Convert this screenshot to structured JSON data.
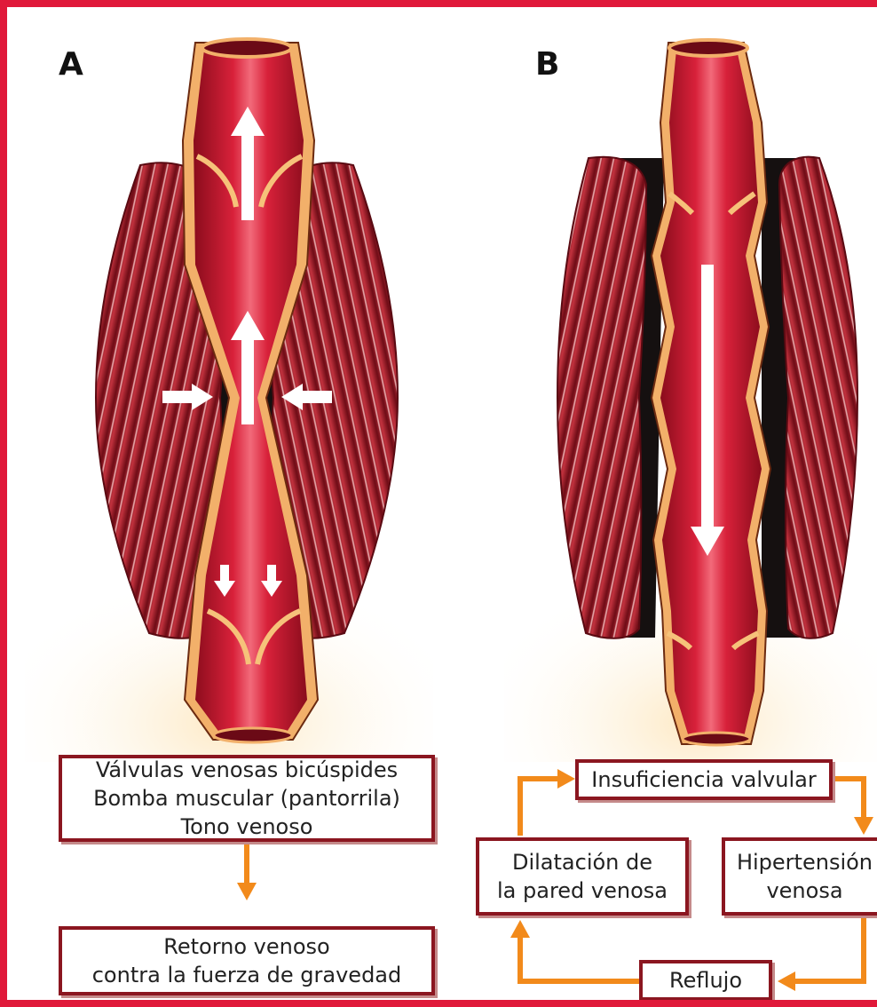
{
  "panels": {
    "a_label": "A",
    "b_label": "B"
  },
  "panel_a_boxes": {
    "mechanisms": [
      "Válvulas venosas bicúspides",
      "Bomba muscular (pantorrila)",
      "Tono venoso"
    ],
    "result": [
      "Retorno venoso",
      "contra la fuerza de gravedad"
    ]
  },
  "panel_b_cycle": {
    "insufficiency": [
      "Insuficiencia valvular"
    ],
    "hypertension": [
      "Hipertensión",
      "venosa"
    ],
    "reflux": [
      "Reflujo"
    ],
    "dilation": [
      "Dilatación de",
      "la pared venosa"
    ]
  },
  "colors": {
    "frame": "#e0193a",
    "vein": "#cc1530",
    "muscle": "#b3212e",
    "vein_wall": "#f2b06a",
    "arrow_flow": "#f28a1b",
    "box_border": "#8b1620"
  }
}
